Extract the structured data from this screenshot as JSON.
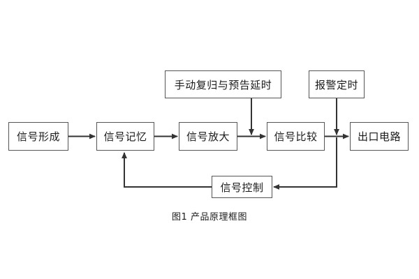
{
  "figure": {
    "caption": "图1 产品原理框图",
    "background_color": "#ffffff",
    "line_color": "#333333",
    "box_border_color": "#555555",
    "text_color": "#1a1a1a"
  },
  "nodes": {
    "signal_formation": "信号形成",
    "signal_memory": "信号记忆",
    "signal_amplify": "信号放大",
    "signal_compare": "信号比较",
    "output_circuit": "出口电路",
    "manual_reset_delay": "手动复归与预告延时",
    "alarm_timer": "报警定时",
    "signal_control": "信号控制"
  },
  "connections": [
    {
      "from": "信号形成",
      "to": "信号记忆",
      "style": "arrow-right"
    },
    {
      "from": "信号记忆",
      "to": "信号放大",
      "style": "arrow-right"
    },
    {
      "from": "信号放大",
      "to": "信号比较",
      "style": "arrow-right"
    },
    {
      "from": "信号比较",
      "to": "出口电路",
      "style": "arrow-right"
    },
    {
      "from": "手动复归与预告延时",
      "to": "信号比较",
      "style": "arrow-down"
    },
    {
      "from": "报警定时",
      "to": "出口电路",
      "style": "arrow-down"
    },
    {
      "from": "信号比较",
      "to": "信号控制",
      "style": "down-then-left-arrow"
    },
    {
      "from": "信号控制",
      "to": "信号记忆",
      "style": "left-then-up-arrow"
    }
  ]
}
